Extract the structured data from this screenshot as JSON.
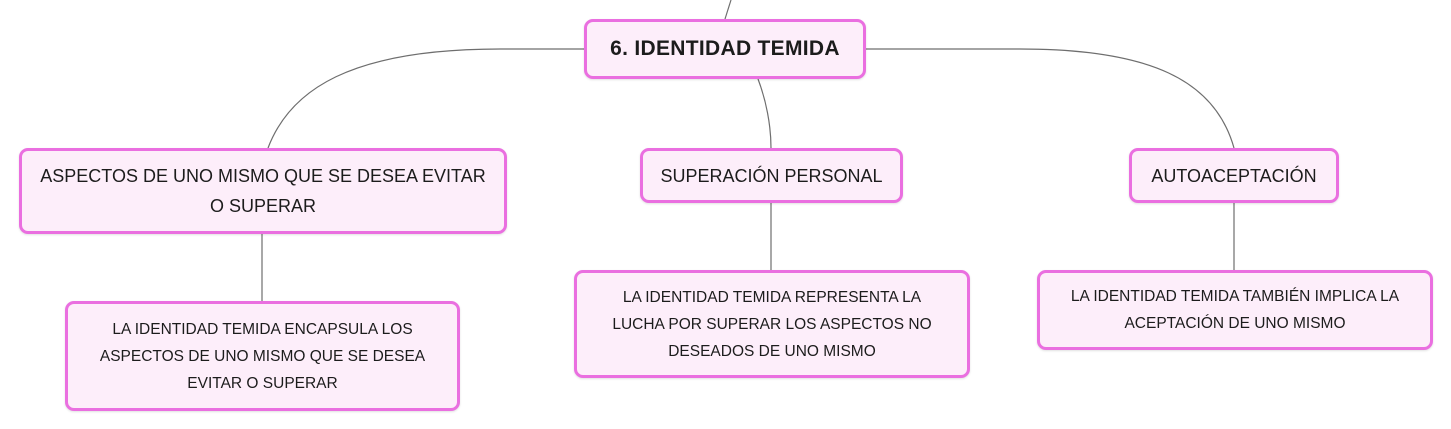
{
  "central": {
    "label": "6. IDENTIDAD TEMIDA"
  },
  "topics": [
    {
      "label": "ASPECTOS DE UNO MISMO QUE SE DESEA EVITAR O SUPERAR",
      "detail": "LA IDENTIDAD TEMIDA ENCAPSULA LOS ASPECTOS DE UNO MISMO QUE SE DESEA EVITAR O SUPERAR"
    },
    {
      "label": "SUPERACIÓN PERSONAL",
      "detail": "LA IDENTIDAD TEMIDA REPRESENTA LA LUCHA POR SUPERAR LOS ASPECTOS NO DESEADOS DE UNO MISMO"
    },
    {
      "label": "AUTOACEPTACIÓN",
      "detail": "LA IDENTIDAD TEMIDA TAMBIÉN IMPLICA LA ACEPTACIÓN DE UNO MISMO"
    }
  ],
  "colors": {
    "node_fill": "#fdeefa",
    "node_border": "#ea6fe0",
    "connector": "#6e6e6e",
    "text": "#1c1c1c"
  }
}
